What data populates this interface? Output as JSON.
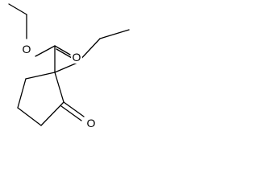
{
  "structure": {
    "type": "skeletal-formula",
    "atom_labels": {
      "ester_oxygen": "O",
      "carbonyl_oxygen_ester": "O",
      "ketone_oxygen": "O"
    }
  }
}
